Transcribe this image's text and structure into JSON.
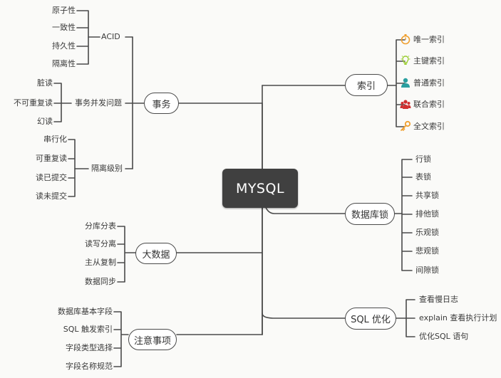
{
  "root": {
    "label": "MYSQL"
  },
  "left": {
    "transactions": {
      "label": "事务",
      "acid": {
        "label": "ACID",
        "items": [
          "原子性",
          "一致性",
          "持久性",
          "隔离性"
        ]
      },
      "concurrency": {
        "label": "事务并发问题",
        "items": [
          "脏读",
          "不可重复读",
          "幻读"
        ]
      },
      "isolation": {
        "label": "隔离级别",
        "items": [
          "串行化",
          "可重复读",
          "读已提交",
          "读未提交"
        ]
      }
    },
    "bigdata": {
      "label": "大数据",
      "items": [
        "分库分表",
        "读写分离",
        "主从复制",
        "数据同步"
      ]
    },
    "notes": {
      "label": "注意事项",
      "items": [
        "数据库基本字段",
        "SQL 触发索引",
        "字段类型选择",
        "字段名称规范"
      ]
    }
  },
  "right": {
    "index": {
      "label": "索引",
      "items": [
        {
          "label": "唯一索引",
          "icon": "stopwatch-icon"
        },
        {
          "label": "主键索引",
          "icon": "lightbulb-icon"
        },
        {
          "label": "普通索引",
          "icon": "person-icon"
        },
        {
          "label": "联合索引",
          "icon": "group-icon"
        },
        {
          "label": "全文索引",
          "icon": "key-icon"
        }
      ]
    },
    "locks": {
      "label": "数据库锁",
      "items": [
        "行锁",
        "表锁",
        "共享锁",
        "排他锁",
        "乐观锁",
        "悲观锁",
        "间隙锁"
      ]
    },
    "optimize": {
      "label": "SQL 优化",
      "items": [
        "查看慢日志",
        "explain 查看执行计划",
        "优化SQL 语句"
      ]
    }
  },
  "colors": {
    "line": "#4a4a4a",
    "root_bg": "#404040",
    "node_border": "#4a4a4a",
    "icon_orange": "#f0a030",
    "icon_green": "#9acd32",
    "icon_teal": "#2aa0a0",
    "icon_red": "#d03030"
  }
}
